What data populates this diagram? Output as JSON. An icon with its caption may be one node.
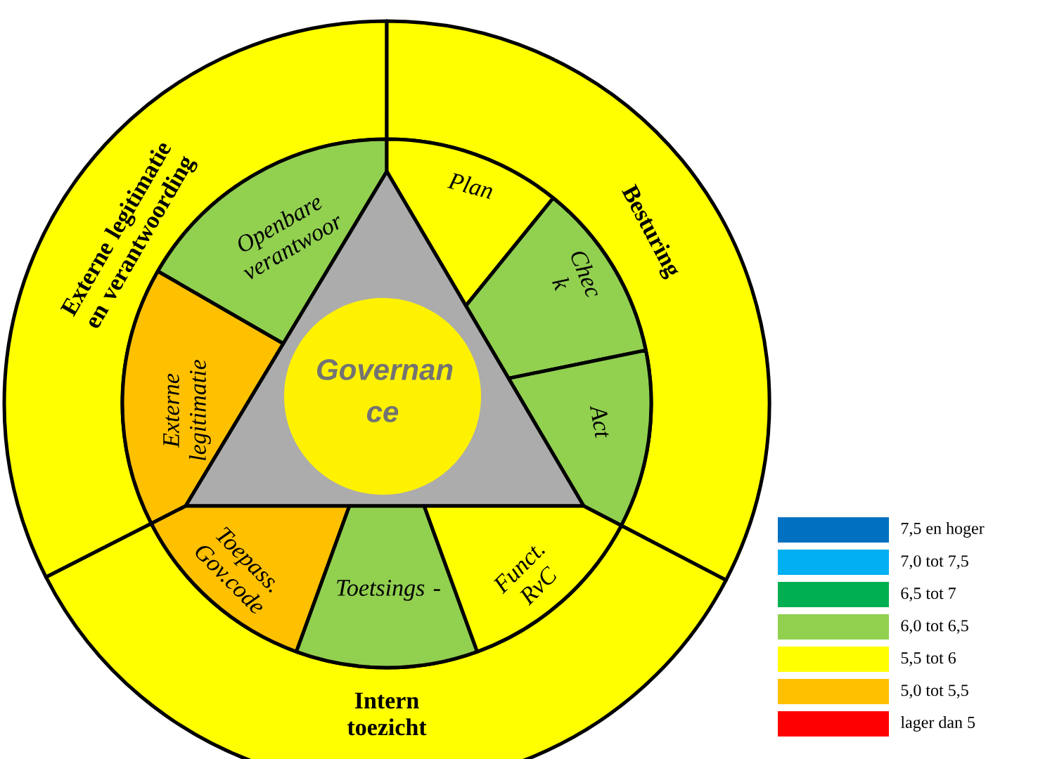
{
  "diagram": {
    "nodes": [
      {
        "text": [
          "Externe legitimatie en verantwoording"
        ]
      },
      {
        "text": [
          "Besturing"
        ]
      },
      {
        "text": [
          "Openbare verantwoor"
        ],
        "in": 0
      },
      {
        "text": [
          "Plan"
        ],
        "in": 1
      },
      {
        "text": [
          "Chec k"
        ],
        "in": 1
      },
      {
        "text": [
          "Externe legitimatie"
        ],
        "in": 0
      },
      {
        "text": [],
        "shape": "triangle"
      },
      {
        "text": [
          "Governan ce"
        ],
        "in": 6
      },
      {
        "text": [
          "Act"
        ],
        "in": 1
      },
      {
        "text": [
          "Toepass. Gov.code"
        ],
        "in": 12
      },
      {
        "text": [
          "Toetsings -"
        ],
        "in": 12
      },
      {
        "text": [
          "Funct. RvC"
        ],
        "in": 12
      },
      {
        "text": [
          "Intern toezicht"
        ]
      }
    ],
    "legend": [
      {
        "text": "7,5 en hoger",
        "color": "#0070c0"
      },
      {
        "text": "7,0 tot 7,5",
        "color": "#00b0f0"
      },
      {
        "text": "6,5 tot 7",
        "color": "#00b050"
      },
      {
        "text": "6,0 tot 6,5",
        "color": "#92d050"
      },
      {
        "text": "5,5 tot 6",
        "color": "#ffff00"
      },
      {
        "text": "5,0 tot 5,5",
        "color": "#ffc000"
      },
      {
        "text": "lager dan 5",
        "color": "#ff0000"
      }
    ]
  }
}
